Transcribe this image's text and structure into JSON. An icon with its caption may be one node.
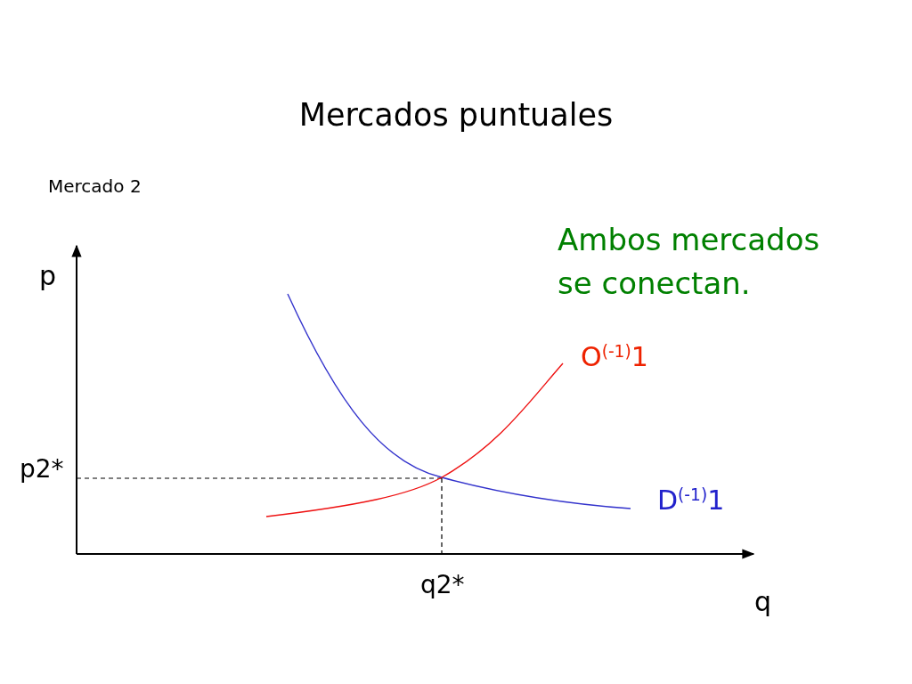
{
  "diagram": {
    "title": "Mercados puntuales",
    "labels": [
      "Mercado 2",
      "Ambos mercados se conectan.",
      "p",
      "O$^{(-1)}$1",
      "p2*",
      "D$^{(-1)}$1",
      "q2*",
      "q"
    ]
  }
}
